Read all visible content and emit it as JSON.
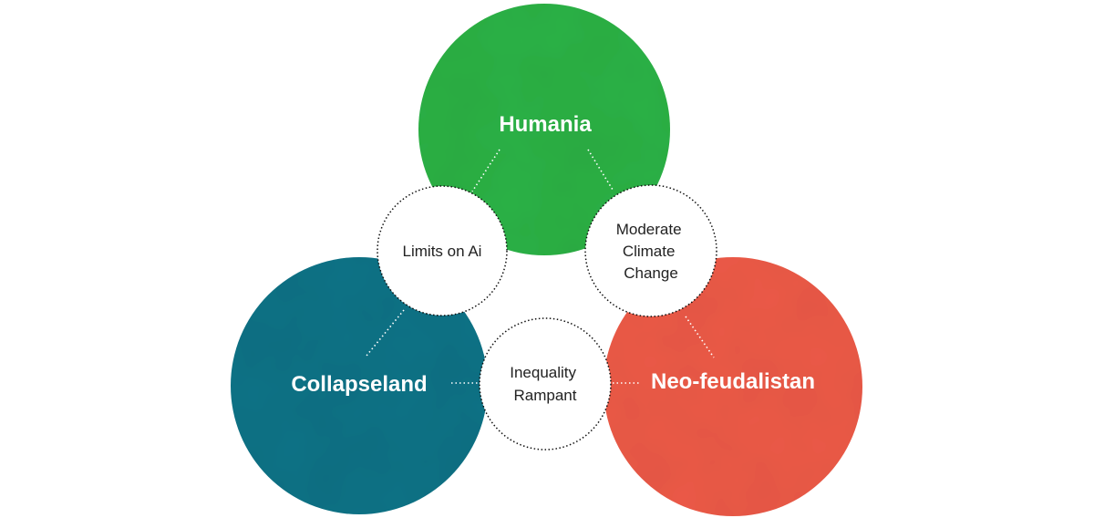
{
  "scenarios": {
    "humania": {
      "label": "Humania",
      "color": "#2cb145"
    },
    "collapseland": {
      "label": "Collapseland",
      "color": "#0e7286"
    },
    "neo_feudalistan": {
      "label": "Neo-feudalistan",
      "color": "#ec5a47"
    }
  },
  "drivers": {
    "limits_on_ai": {
      "lines": [
        "Limits on Ai"
      ]
    },
    "moderate_climate_change": {
      "lines": [
        "Moderate",
        "Climate",
        "Change"
      ]
    },
    "inequality_rampant": {
      "lines": [
        "Inequality",
        "Rampant"
      ]
    }
  }
}
